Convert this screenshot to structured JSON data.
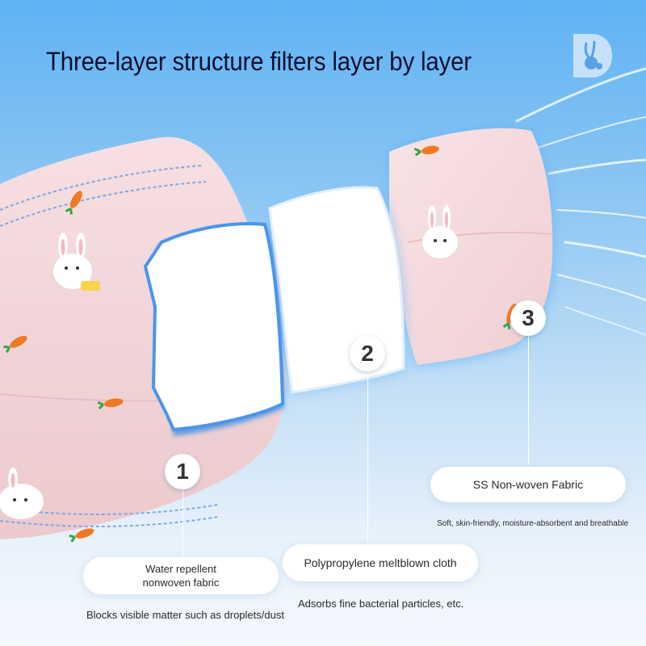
{
  "headline": "Three-layer structure filters layer by layer",
  "brand": {
    "icon": "rabbit-logo-icon"
  },
  "layers": [
    {
      "number": "1",
      "name": "Water repellent nonwoven fabric",
      "description": "Blocks visible matter such as droplets/dust"
    },
    {
      "number": "2",
      "name": "Polypropylene meltblown cloth",
      "description": "Adsorbs fine bacterial particles, etc."
    },
    {
      "number": "3",
      "name": "SS Non-woven Fabric",
      "description": "Soft, skin-friendly, moisture-absorbent and breathable"
    }
  ],
  "colors": {
    "background_top": "#5fb2f3",
    "background_bottom": "#f3f8fd",
    "mask_pink": "#f4d6d8",
    "layer_glow": "#3d8fe6",
    "text": "#0d1030"
  }
}
